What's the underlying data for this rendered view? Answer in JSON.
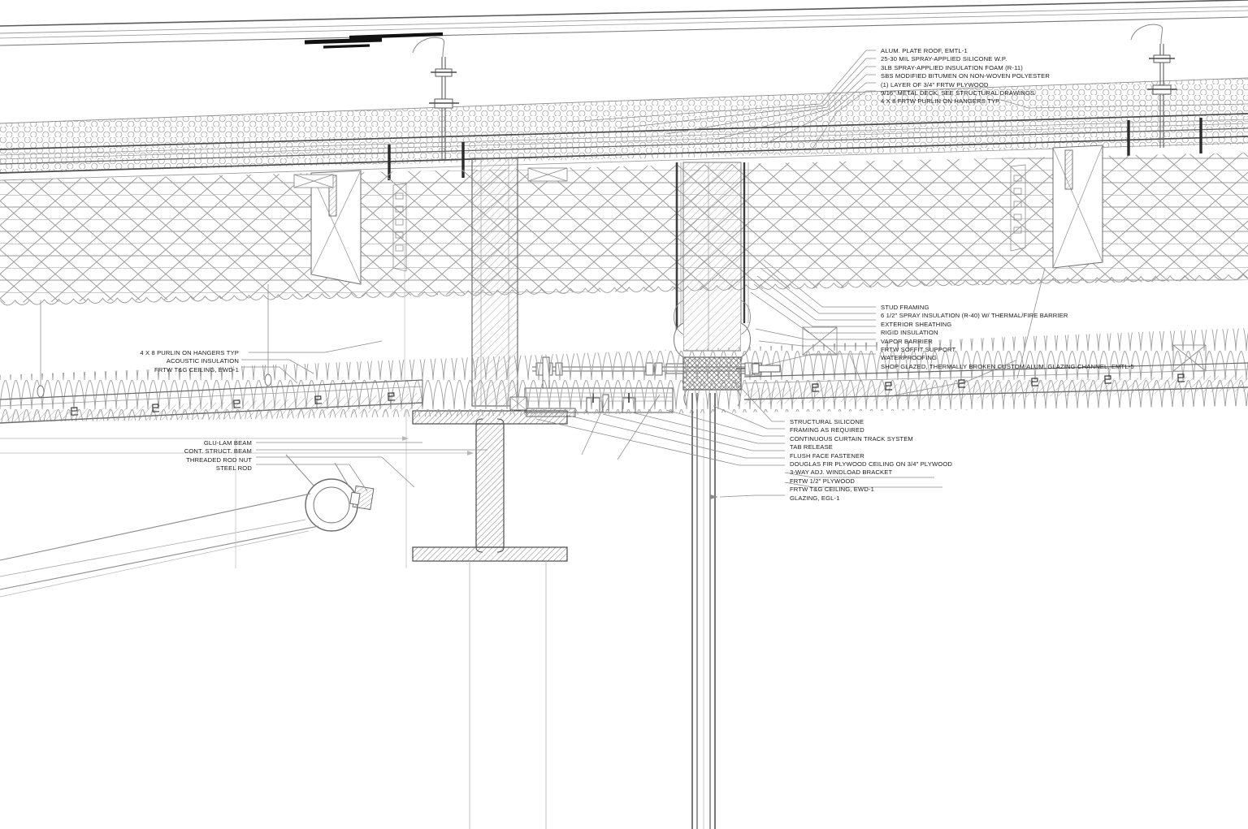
{
  "drawing": {
    "title": "Architectural Wall Section Detail - Roof / Curtain Wall Head",
    "type": "building-section-detail",
    "background_color": "#ffffff",
    "line_color": "#8a8a8a",
    "heavy_line_color": "#3a3a3a",
    "text_color": "#1a1a1a"
  },
  "annotations": {
    "roof_assembly": {
      "position": "top-right",
      "align": "left",
      "items": [
        "ALUM.  PLATE ROOF,  EMTL-1",
        "25-30 MIL   SPRAY-APPLIED  SILICONE W.P.",
        "3LB   SPRAY-APPLIED  INSULATION FOAM (R-11)",
        "SBS MODIFIED BITUMEN ON NON-WOVEN  POLYESTER",
        "(1) LAYER OF 3/4\" FRTW  PLYWOOD",
        "9/16\" METAL DECK, SEE  STRUCTURAL  DRAWINGS",
        "4 X 8 FRTW PURLIN ON HANGERS TYP."
      ]
    },
    "wall_assembly": {
      "position": "middle-right",
      "align": "left",
      "items": [
        "STUD FRAMING",
        "6 1/2\"  SPRAY  INSULATION (R-40) W/  THERMAL/FIRE BARRIER",
        "EXTERIOR  SHEATHING",
        "RIGID  INSULATION",
        "VAPOR BARRIER",
        "FRTW SOFFIT SUPPORT",
        "WATERPROOFING",
        "SHOP GLAZED,  THERMALLY BROKEN  CUSTOM ALUM. GLAZING CHANNEL, EMTL-5"
      ]
    },
    "curtain_wall_assembly": {
      "position": "lower-center-right",
      "align": "left",
      "items": [
        "STRUCTURAL SILICONE",
        "FRAMING AS REQUIRED",
        "CONTINUOUS CURTAIN TRACK SYSTEM",
        "TAB RELEASE",
        "FLUSH FACE FASTENER",
        "DOUGLAS FIR  PLYWOOD CEILING ON 3/4\"  PLYWOOD",
        "3-WAY ADJ.  WINDLOAD BRACKET",
        "FRTW 1/2\"  PLYWOOD",
        "FRTW T&G CEILING, EWD-1",
        "GLAZING, EGL-1"
      ]
    },
    "ceiling_assembly": {
      "position": "middle-left",
      "align": "right",
      "items": [
        "4 X 8 PURLIN ON HANGERS TYP",
        "ACOUSTIC  INSULATION",
        "FRTW T&G CEILING, EWD-1"
      ]
    },
    "structure_assembly": {
      "position": "lower-left",
      "align": "right",
      "items": [
        "GLU-LAM BEAM",
        "CONT. STRUCT. BEAM",
        "THREADED ROD NUT",
        "STEEL ROD"
      ]
    }
  }
}
